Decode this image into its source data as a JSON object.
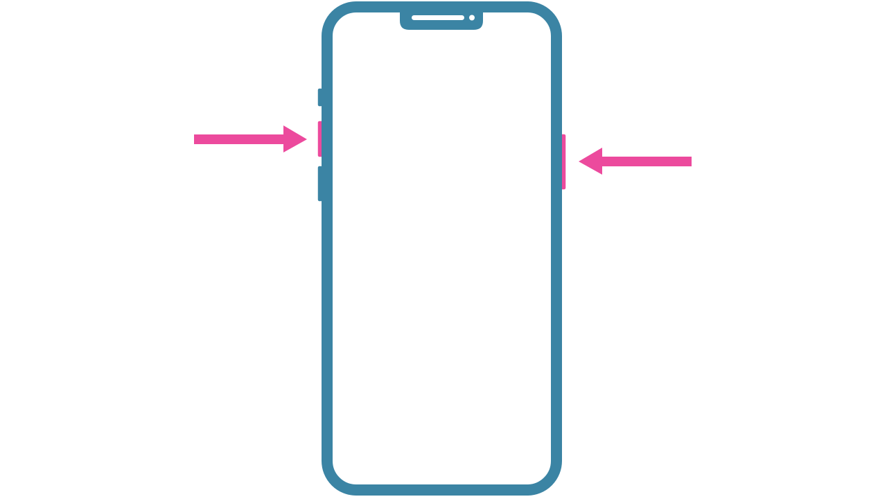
{
  "colors": {
    "background": "#ffffff",
    "phone_outline": "#3b84a4",
    "highlight": "#ec4a9d",
    "screen": "#ffffff"
  },
  "diagram": {
    "device": "phone-front-outline",
    "highlighted_buttons": [
      "volume-up-button",
      "side-button"
    ],
    "arrows": [
      {
        "points_to": "volume-up-button",
        "direction": "right"
      },
      {
        "points_to": "side-button",
        "direction": "left"
      }
    ],
    "icons": {
      "speaker": "speaker-grille-icon",
      "camera": "front-camera-icon"
    }
  }
}
